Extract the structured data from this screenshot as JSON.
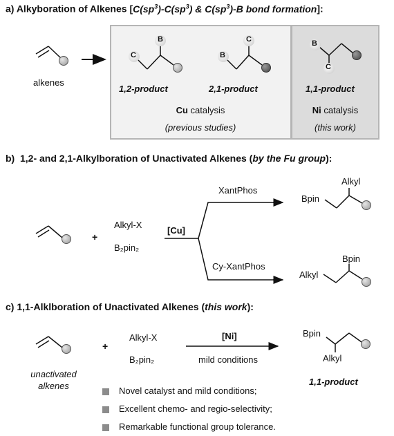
{
  "section_a": {
    "title": "a) Alkyboration of Alkenes [C(sp³)-C(sp³) & C(sp³)-B bond formation]:",
    "start_label": "alkenes",
    "products": [
      {
        "name": "1,2-product",
        "atoms": [
          "B",
          "C"
        ]
      },
      {
        "name": "2,1-product",
        "atoms": [
          "C",
          "B"
        ]
      },
      {
        "name": "1,1-product",
        "atoms": [
          "B",
          "C"
        ]
      }
    ],
    "cu_catalysis": {
      "metal": "Cu",
      "word": "catalysis",
      "note": "(previous studies)"
    },
    "ni_catalysis": {
      "metal": "Ni",
      "word": "catalysis",
      "note": "(this work)"
    }
  },
  "section_b": {
    "title": "b)  1,2- and 2,1-Alkylboration of Unactivated Alkenes (by the Fu group):",
    "reagent1": "Alkyl-X",
    "reagent2": "B₂pin₂",
    "plus": "+",
    "catalyst": "[Cu]",
    "upper_ligand": "XantPhos",
    "lower_ligand": "Cy-XantPhos",
    "upper_product": {
      "left": "Bpin",
      "top": "Alkyl"
    },
    "lower_product": {
      "left": "Alkyl",
      "top": "Bpin"
    }
  },
  "section_c": {
    "title": "c) 1,1-Alklboration of Unactivated Alkenes (this work):",
    "start_label_1": "unactivated",
    "start_label_2": "alkenes",
    "plus": "+",
    "reagent1": "Alkyl-X",
    "reagent2": "B₂pin₂",
    "catalyst": "[Ni]",
    "conditions": "mild conditions",
    "product": {
      "left": "Bpin",
      "bottom": "Alkyl",
      "name": "1,1-product"
    },
    "bullets": [
      "Novel catalyst and mild conditions;",
      "Excellent chemo- and regio-selectivity;",
      "Remarkable functional group tolerance."
    ]
  }
}
